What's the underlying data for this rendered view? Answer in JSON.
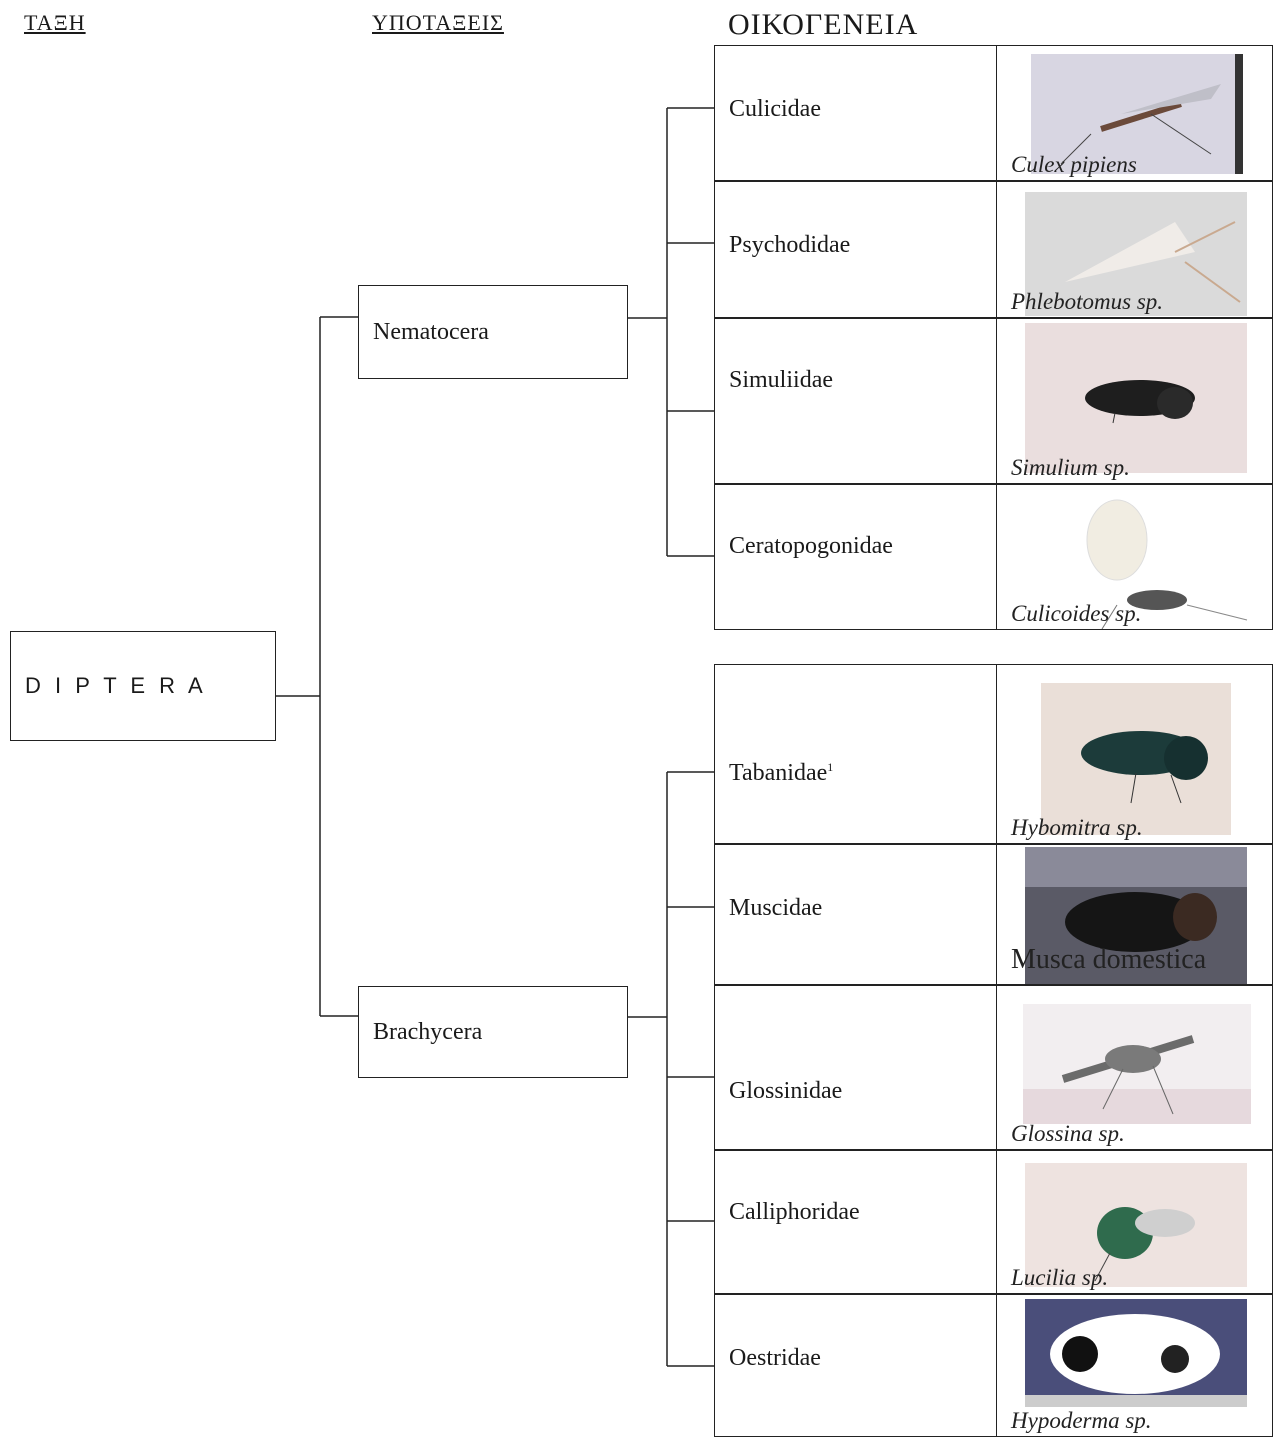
{
  "headers": {
    "order": "ΤΑΞΗ",
    "suborders": "ΥΠΟΤΑΞΕΙΣ",
    "family": "ΟΙΚΟΓΕΝΕΙΑ"
  },
  "order": {
    "label": "D I P T E R A"
  },
  "suborders": [
    {
      "label": "Nematocera"
    },
    {
      "label": "Brachycera"
    }
  ],
  "families": [
    {
      "name": "Culicidae",
      "species": "Culex pipiens",
      "icon": "mosquito-photo"
    },
    {
      "name": "Psychodidae",
      "species": "Phlebotomus sp.",
      "icon": "sandfly-photo"
    },
    {
      "name": "Simuliidae",
      "species": "Simulium sp.",
      "icon": "blackfly-photo"
    },
    {
      "name": "Ceratopogonidae",
      "species": "Culicoides sp.",
      "icon": "midge-photo"
    },
    {
      "name": "Tabanidae",
      "name_sup": "1",
      "species": "Hybomitra sp.",
      "icon": "horsefly-photo"
    },
    {
      "name": "Muscidae",
      "species": "Musca domestica",
      "icon": "housefly-photo"
    },
    {
      "name": "Glossinidae",
      "species": "Glossina sp.",
      "icon": "tsetse-photo"
    },
    {
      "name": "Calliphoridae",
      "species": "Lucilia sp.",
      "icon": "blowfly-photo"
    },
    {
      "name": "Oestridae",
      "species": "Hypoderma sp.",
      "icon": "warblefly-photo"
    }
  ],
  "colors": {
    "line": "#222222"
  }
}
